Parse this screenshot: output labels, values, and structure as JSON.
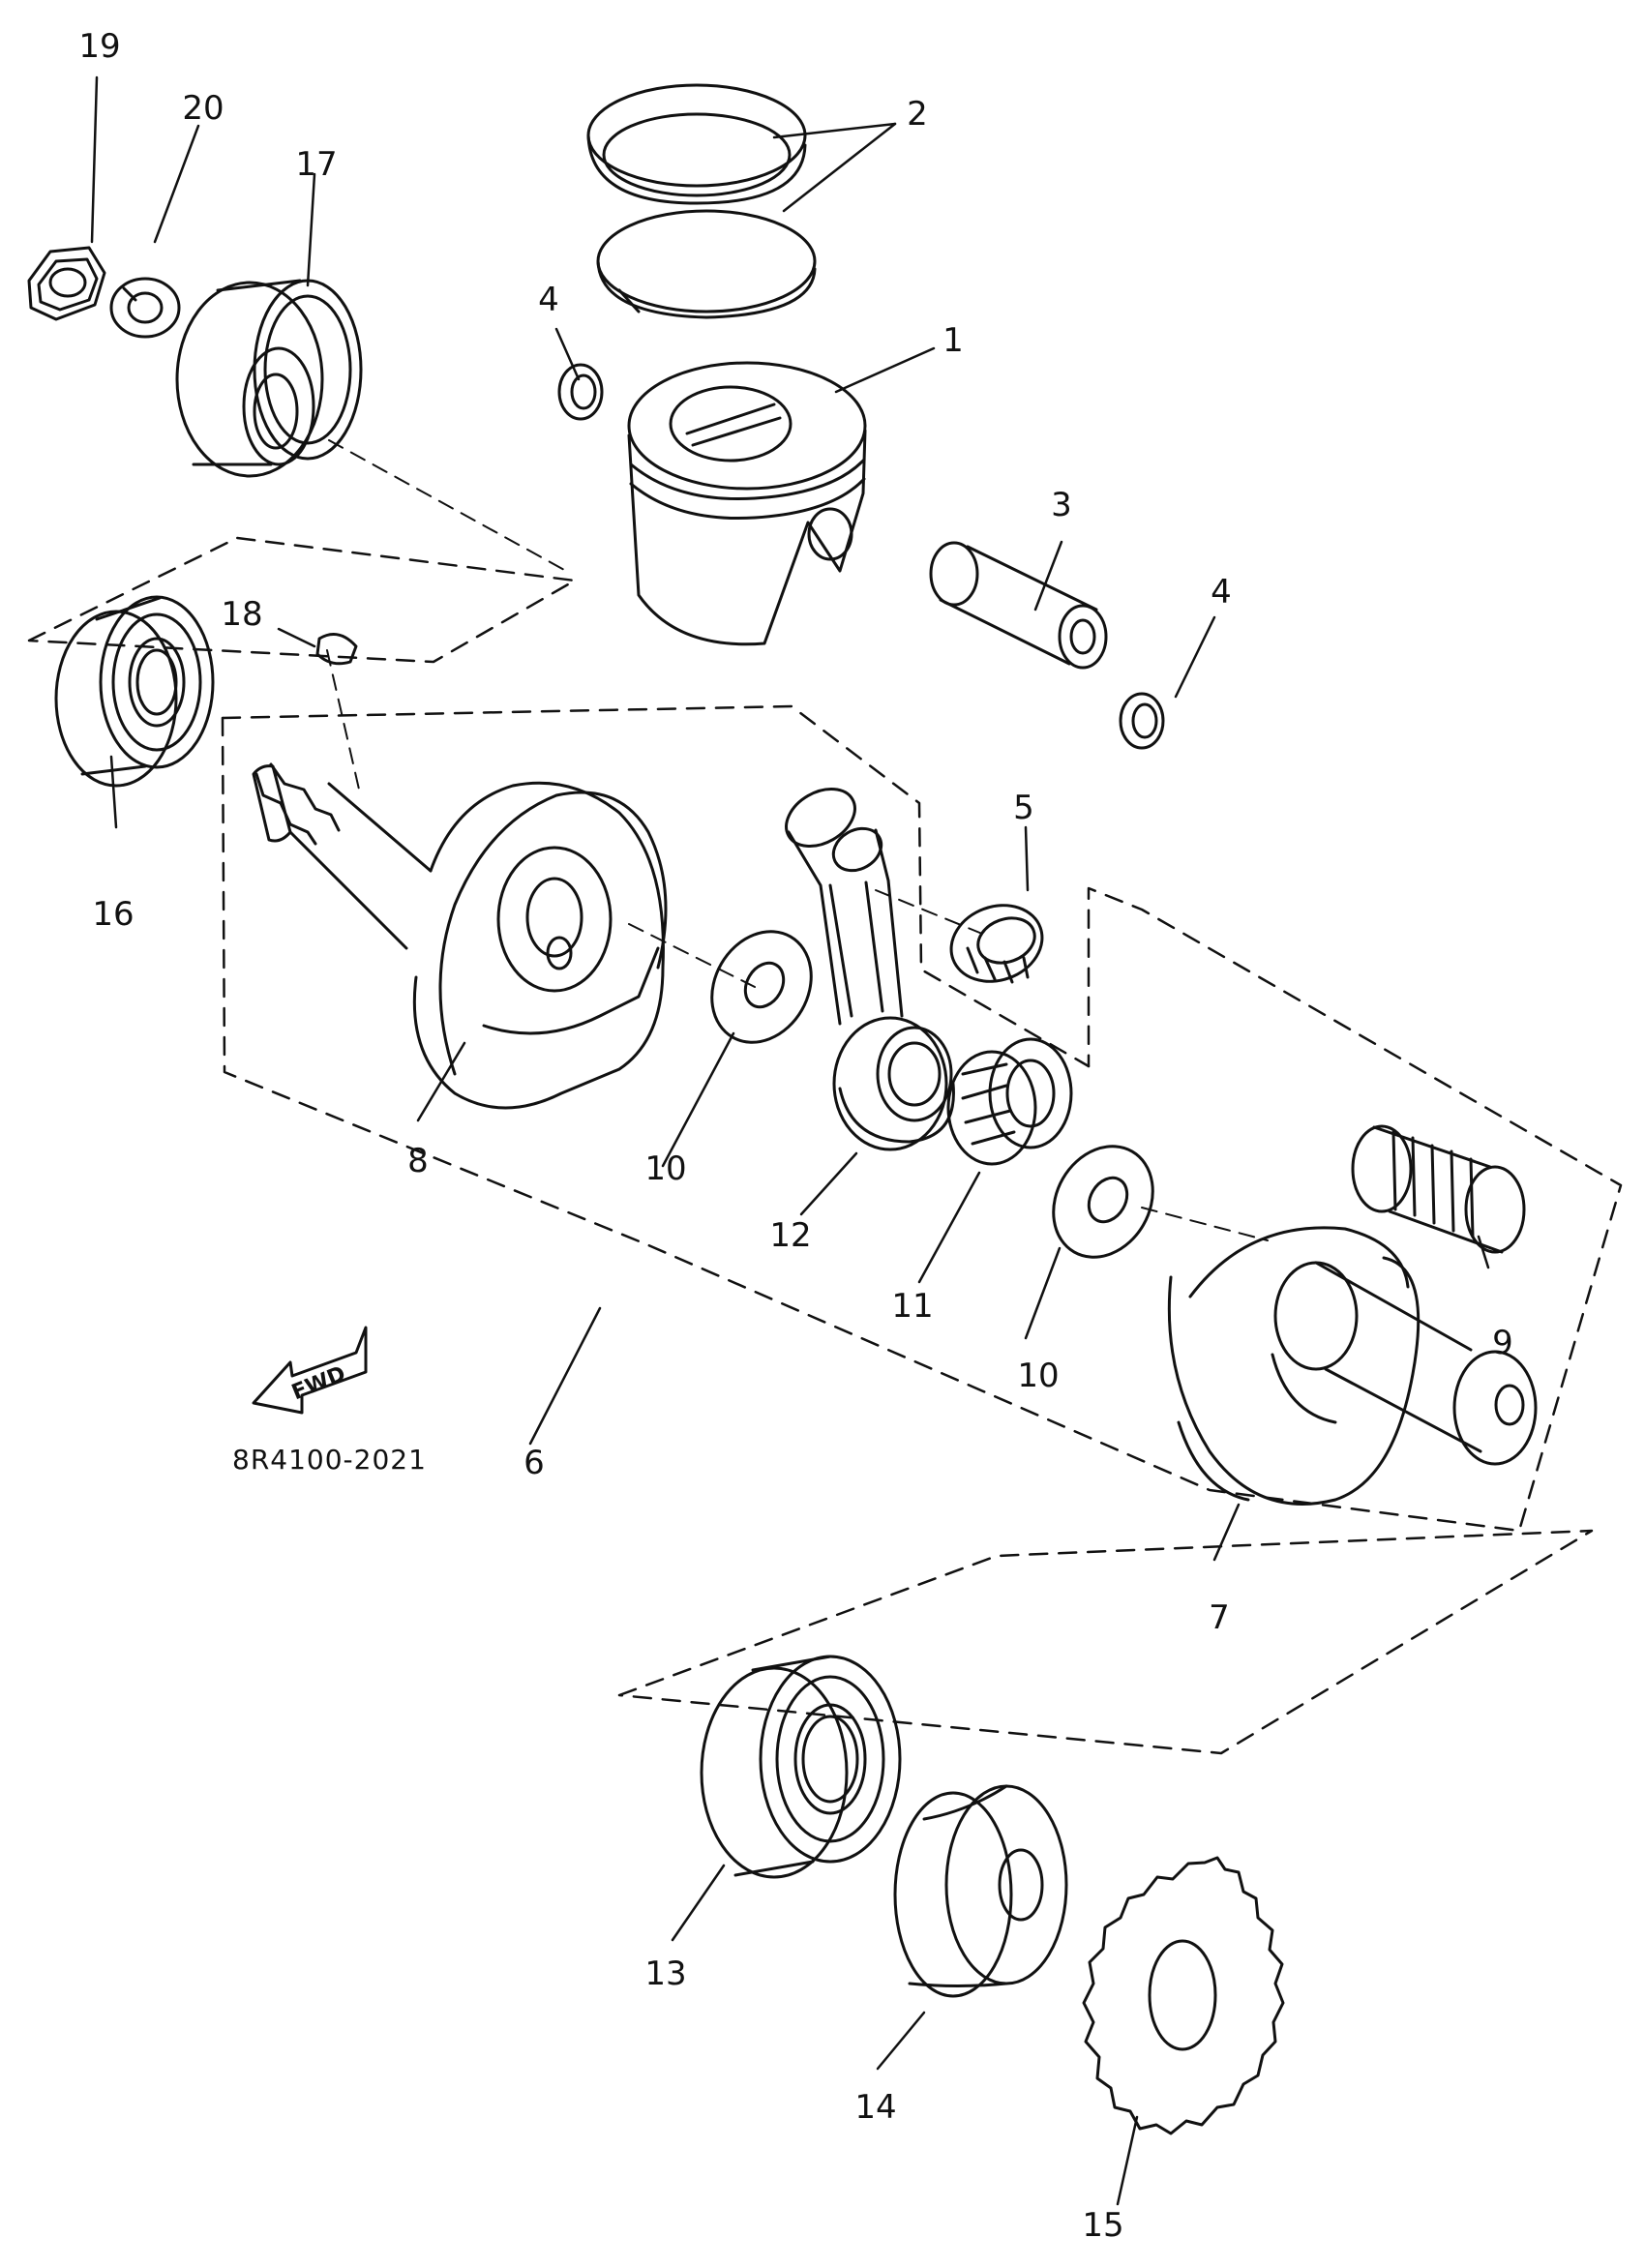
{
  "diagram": {
    "fwd_label": "FWD",
    "drawing_code": "8R4100-2021",
    "callouts": [
      "19",
      "20",
      "17",
      "2",
      "4",
      "1",
      "3",
      "4",
      "18",
      "16",
      "5",
      "8",
      "10",
      "12",
      "11",
      "10",
      "9",
      "6",
      "7",
      "13",
      "14",
      "15"
    ],
    "colors": {
      "ink": "#111111",
      "background": "#ffffff"
    }
  }
}
